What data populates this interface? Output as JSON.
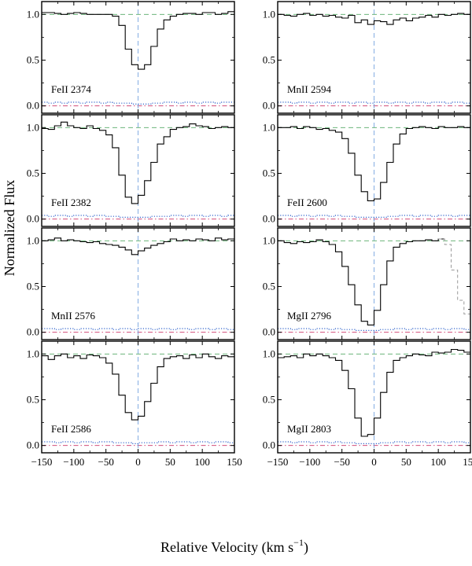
{
  "figure": {
    "ylabel": "Normalized Flux",
    "xlabel_main": "Relative Velocity  (km s",
    "xlabel_sup": "−1",
    "xlabel_close": ")"
  },
  "chart_data": {
    "type": "line",
    "xlim": [
      -150,
      150
    ],
    "ylim": [
      -0.08,
      1.14
    ],
    "xticks": [
      -150,
      -100,
      -50,
      0,
      50,
      100,
      150
    ],
    "yticks": [
      0.0,
      0.5,
      1.0
    ],
    "ytick_labels": [
      "0.0",
      "0.5",
      "1.0"
    ],
    "xtick_labels": [
      "−150",
      "−100",
      "−50",
      "0",
      "50",
      "100",
      "150"
    ],
    "continuum": 1.0,
    "zero_velocity": 0,
    "bin_width": 10,
    "bin_start": -150,
    "panels": [
      {
        "label": "FeII 2374",
        "flux": [
          1.02,
          1.02,
          1.01,
          1.0,
          1.01,
          1.02,
          1.01,
          1.0,
          1.0,
          1.0,
          1.0,
          0.98,
          0.88,
          0.62,
          0.45,
          0.4,
          0.45,
          0.65,
          0.84,
          0.94,
          0.98,
          1.0,
          1.01,
          1.01,
          1.0,
          1.02,
          1.02,
          1.0,
          1.01,
          1.03
        ],
        "error": [
          0.04,
          0.03,
          0.04,
          0.03,
          0.04,
          0.04,
          0.03,
          0.04,
          0.04,
          0.03,
          0.04,
          0.03,
          0.03,
          0.03,
          0.02,
          0.02,
          0.02,
          0.03,
          0.03,
          0.04,
          0.04,
          0.03,
          0.04,
          0.04,
          0.03,
          0.04,
          0.04,
          0.03,
          0.04,
          0.04
        ]
      },
      {
        "label": "MnII 2594",
        "flux": [
          1.0,
          0.99,
          0.98,
          1.0,
          1.01,
          0.99,
          1.0,
          0.98,
          0.99,
          0.97,
          0.96,
          0.99,
          0.91,
          0.94,
          0.89,
          0.93,
          0.92,
          0.89,
          0.94,
          0.96,
          0.93,
          0.96,
          0.97,
          0.99,
          0.97,
          1.0,
          0.99,
          1.0,
          1.01,
          1.0
        ],
        "error": [
          0.04,
          0.04,
          0.03,
          0.04,
          0.04,
          0.03,
          0.04,
          0.04,
          0.03,
          0.04,
          0.04,
          0.03,
          0.04,
          0.04,
          0.03,
          0.04,
          0.04,
          0.03,
          0.04,
          0.04,
          0.03,
          0.04,
          0.04,
          0.03,
          0.04,
          0.04,
          0.03,
          0.04,
          0.04,
          0.03
        ]
      },
      {
        "label": "FeII 2382",
        "flux": [
          0.99,
          0.98,
          1.02,
          1.06,
          1.02,
          1.0,
          0.99,
          1.02,
          0.99,
          0.97,
          0.92,
          0.78,
          0.48,
          0.24,
          0.17,
          0.26,
          0.42,
          0.62,
          0.82,
          0.9,
          0.98,
          1.0,
          1.01,
          1.04,
          1.02,
          1.01,
          0.99,
          1.0,
          1.01,
          1.0
        ],
        "error": [
          0.04,
          0.03,
          0.04,
          0.04,
          0.03,
          0.04,
          0.04,
          0.03,
          0.04,
          0.04,
          0.03,
          0.03,
          0.02,
          0.02,
          0.02,
          0.02,
          0.02,
          0.03,
          0.03,
          0.03,
          0.04,
          0.04,
          0.03,
          0.04,
          0.04,
          0.03,
          0.04,
          0.04,
          0.03,
          0.04
        ]
      },
      {
        "label": "FeII 2600",
        "flux": [
          1.0,
          1.0,
          1.01,
          0.99,
          1.01,
          1.0,
          0.98,
          0.99,
          0.97,
          0.95,
          0.88,
          0.72,
          0.48,
          0.3,
          0.2,
          0.22,
          0.4,
          0.62,
          0.82,
          0.93,
          0.99,
          1.0,
          1.01,
          1.0,
          0.99,
          1.01,
          1.0,
          1.0,
          1.01,
          1.0
        ],
        "error": [
          0.04,
          0.04,
          0.03,
          0.04,
          0.04,
          0.03,
          0.04,
          0.04,
          0.03,
          0.04,
          0.03,
          0.03,
          0.02,
          0.02,
          0.02,
          0.02,
          0.02,
          0.03,
          0.03,
          0.04,
          0.04,
          0.03,
          0.04,
          0.04,
          0.03,
          0.04,
          0.04,
          0.03,
          0.04,
          0.04
        ]
      },
      {
        "label": "MnII 2576",
        "flux": [
          1.0,
          1.01,
          1.03,
          1.0,
          1.01,
          1.0,
          0.99,
          0.98,
          0.99,
          0.97,
          0.96,
          0.95,
          0.93,
          0.9,
          0.85,
          0.89,
          0.92,
          0.95,
          0.97,
          0.99,
          1.02,
          1.0,
          1.01,
          1.0,
          1.02,
          1.01,
          1.0,
          1.03,
          1.01,
          1.02
        ],
        "error": [
          0.04,
          0.04,
          0.03,
          0.04,
          0.04,
          0.03,
          0.04,
          0.04,
          0.03,
          0.04,
          0.04,
          0.03,
          0.04,
          0.04,
          0.03,
          0.04,
          0.04,
          0.03,
          0.04,
          0.04,
          0.03,
          0.04,
          0.04,
          0.03,
          0.04,
          0.04,
          0.03,
          0.04,
          0.04,
          0.03
        ]
      },
      {
        "label": "MgII 2796",
        "flux": [
          1.0,
          0.98,
          0.97,
          0.99,
          0.98,
          0.99,
          1.01,
          0.99,
          0.96,
          0.88,
          0.72,
          0.52,
          0.3,
          0.12,
          0.08,
          0.24,
          0.52,
          0.78,
          0.93,
          0.97,
          0.99,
          1.0,
          1.0,
          1.01,
          1.0,
          1.02,
          0.96,
          0.68,
          0.35,
          0.2
        ],
        "error": [
          0.04,
          0.04,
          0.03,
          0.04,
          0.04,
          0.03,
          0.04,
          0.04,
          0.03,
          0.04,
          0.03,
          0.03,
          0.02,
          0.02,
          0.02,
          0.02,
          0.03,
          0.03,
          0.04,
          0.04,
          0.03,
          0.04,
          0.04,
          0.03,
          0.04,
          0.04,
          0.03,
          0.04,
          0.04,
          0.03
        ],
        "blend_from_bin": 25
      },
      {
        "label": "FeII 2586",
        "flux": [
          0.98,
          0.94,
          0.98,
          1.0,
          0.96,
          0.98,
          0.95,
          0.99,
          0.98,
          0.96,
          0.9,
          0.78,
          0.55,
          0.36,
          0.28,
          0.32,
          0.48,
          0.68,
          0.86,
          0.95,
          0.97,
          0.98,
          0.95,
          0.99,
          0.96,
          1.0,
          0.97,
          0.95,
          0.98,
          0.97
        ],
        "error": [
          0.04,
          0.04,
          0.03,
          0.04,
          0.04,
          0.03,
          0.04,
          0.04,
          0.03,
          0.04,
          0.04,
          0.03,
          0.03,
          0.03,
          0.02,
          0.03,
          0.03,
          0.03,
          0.04,
          0.04,
          0.03,
          0.04,
          0.04,
          0.03,
          0.04,
          0.04,
          0.03,
          0.04,
          0.04,
          0.03
        ]
      },
      {
        "label": "MgII 2803",
        "flux": [
          0.96,
          0.97,
          0.98,
          0.96,
          1.0,
          0.98,
          1.0,
          0.98,
          0.96,
          0.93,
          0.82,
          0.62,
          0.3,
          0.1,
          0.12,
          0.3,
          0.58,
          0.8,
          0.93,
          0.96,
          0.98,
          1.0,
          0.99,
          0.98,
          1.02,
          1.01,
          1.02,
          1.05,
          1.04,
          1.02
        ],
        "error": [
          0.04,
          0.04,
          0.03,
          0.04,
          0.04,
          0.03,
          0.04,
          0.04,
          0.03,
          0.04,
          0.03,
          0.03,
          0.02,
          0.02,
          0.02,
          0.02,
          0.03,
          0.03,
          0.04,
          0.04,
          0.03,
          0.04,
          0.04,
          0.03,
          0.04,
          0.04,
          0.03,
          0.04,
          0.04,
          0.03
        ]
      }
    ]
  },
  "colors": {
    "flux": "#000000",
    "error": "#3366cc",
    "zero_line": "#cc3366",
    "continuum": "#55aa66",
    "velocity_marker": "#6699dd",
    "blend": "#999999"
  }
}
